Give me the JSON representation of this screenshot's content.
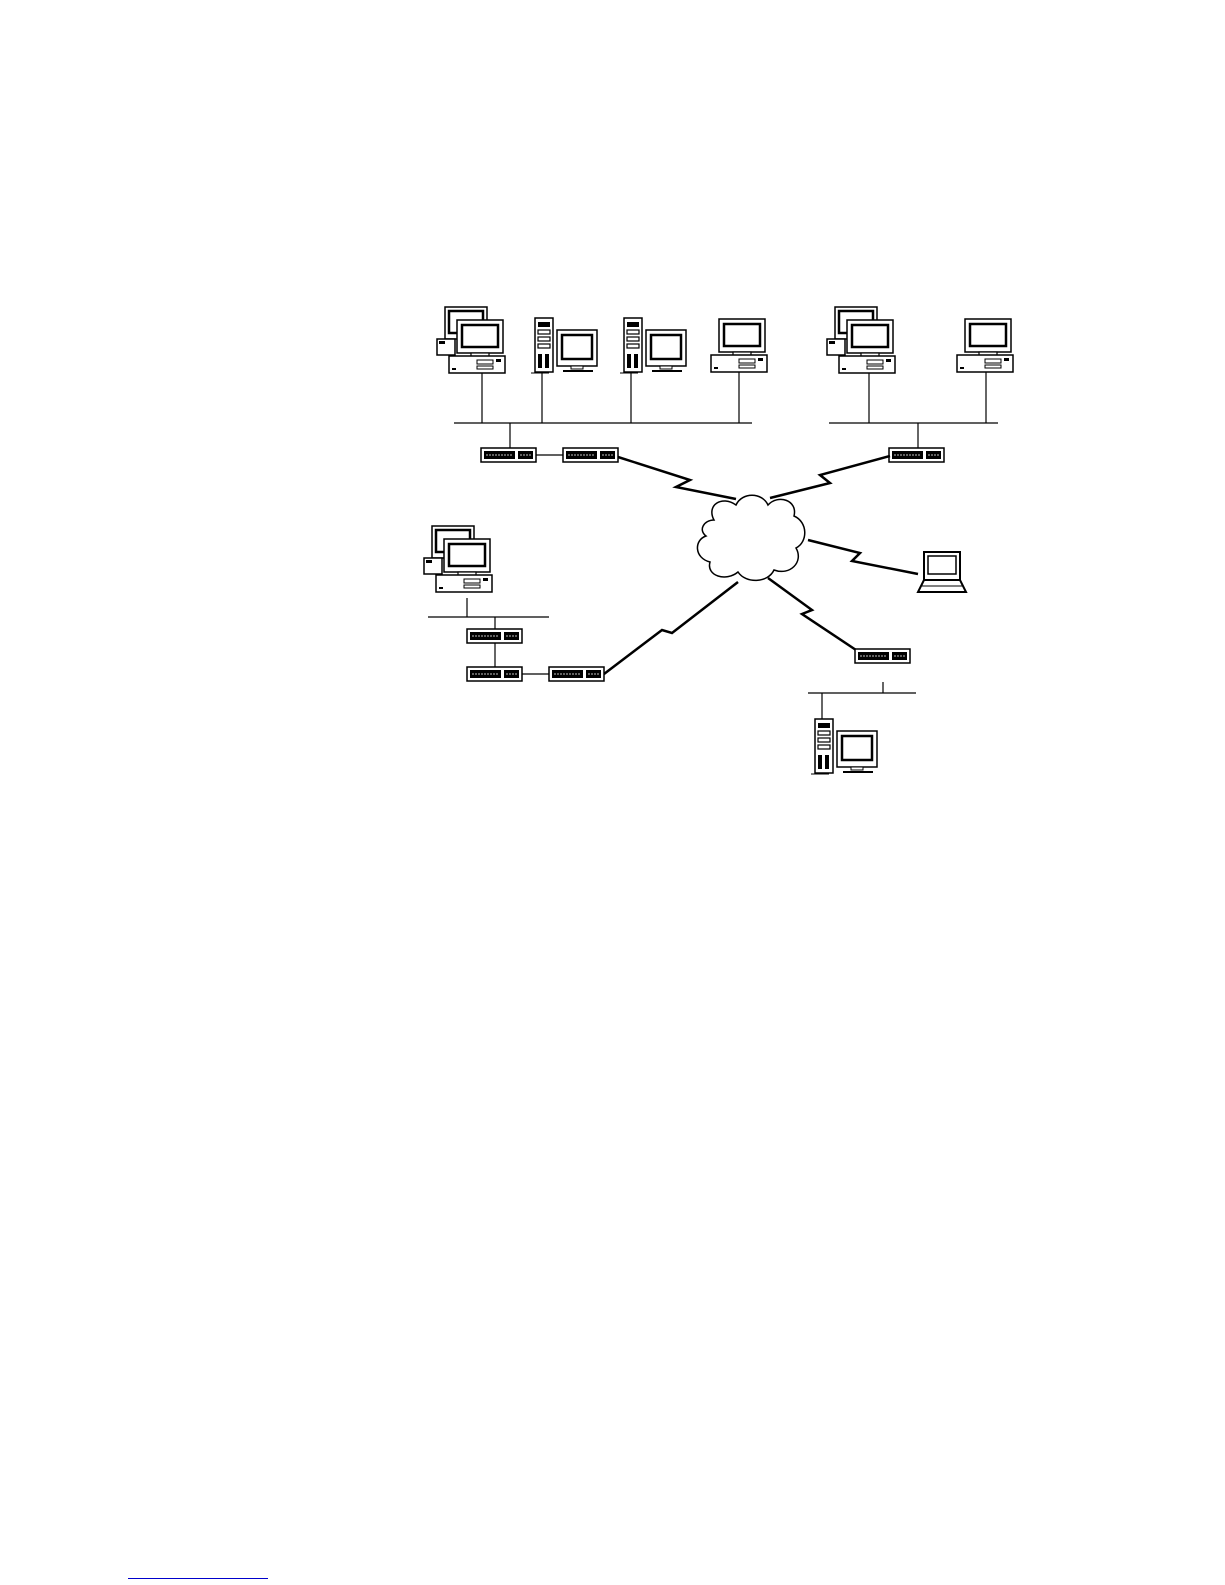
{
  "page": {
    "background": "#ffffff",
    "ink_color": "#000000",
    "footnote_rule_color": "#0000cc"
  },
  "diagram": {
    "type": "network-topology",
    "nodes": [
      {
        "id": "pc-a1",
        "kind": "dual-desktop",
        "icon": "dual-desktop-computer-icon"
      },
      {
        "id": "pc-a2",
        "kind": "tower-workstation",
        "icon": "tower-workstation-icon"
      },
      {
        "id": "pc-a3",
        "kind": "tower-workstation",
        "icon": "tower-workstation-icon"
      },
      {
        "id": "pc-a4",
        "kind": "desktop",
        "icon": "desktop-computer-icon"
      },
      {
        "id": "pc-b1",
        "kind": "dual-desktop",
        "icon": "dual-desktop-computer-icon"
      },
      {
        "id": "pc-b2",
        "kind": "desktop",
        "icon": "desktop-computer-icon"
      },
      {
        "id": "pc-c1",
        "kind": "dual-desktop",
        "icon": "dual-desktop-computer-icon"
      },
      {
        "id": "pc-d1",
        "kind": "tower-workstation",
        "icon": "tower-workstation-icon"
      },
      {
        "id": "laptop-1",
        "kind": "laptop",
        "icon": "laptop-icon"
      },
      {
        "id": "dev-a1",
        "kind": "router",
        "icon": "router-icon"
      },
      {
        "id": "dev-a2",
        "kind": "router",
        "icon": "router-icon"
      },
      {
        "id": "dev-b1",
        "kind": "router",
        "icon": "router-icon"
      },
      {
        "id": "dev-c1",
        "kind": "router",
        "icon": "router-icon"
      },
      {
        "id": "dev-c2",
        "kind": "router",
        "icon": "router-icon"
      },
      {
        "id": "dev-c3",
        "kind": "router",
        "icon": "router-icon"
      },
      {
        "id": "dev-d1",
        "kind": "router",
        "icon": "router-icon"
      },
      {
        "id": "wan",
        "kind": "cloud",
        "icon": "network-cloud-icon"
      }
    ],
    "segments": [
      {
        "id": "lan-a",
        "members": [
          "pc-a1",
          "pc-a2",
          "pc-a3",
          "pc-a4",
          "dev-a1"
        ]
      },
      {
        "id": "lan-b",
        "members": [
          "pc-b1",
          "pc-b2",
          "dev-b1"
        ]
      },
      {
        "id": "lan-c",
        "members": [
          "pc-c1",
          "dev-c1"
        ]
      },
      {
        "id": "lan-d",
        "members": [
          "pc-d1",
          "dev-d1"
        ]
      }
    ],
    "links": [
      {
        "from": "dev-a1",
        "to": "dev-a2",
        "style": "straight"
      },
      {
        "from": "dev-c1",
        "to": "dev-c2",
        "style": "straight"
      },
      {
        "from": "dev-c2",
        "to": "dev-c3",
        "style": "straight"
      },
      {
        "from": "dev-a2",
        "to": "wan",
        "style": "lightning"
      },
      {
        "from": "dev-b1",
        "to": "wan",
        "style": "lightning"
      },
      {
        "from": "laptop-1",
        "to": "wan",
        "style": "lightning"
      },
      {
        "from": "dev-d1",
        "to": "wan",
        "style": "lightning"
      },
      {
        "from": "dev-c3",
        "to": "wan",
        "style": "lightning"
      }
    ]
  }
}
